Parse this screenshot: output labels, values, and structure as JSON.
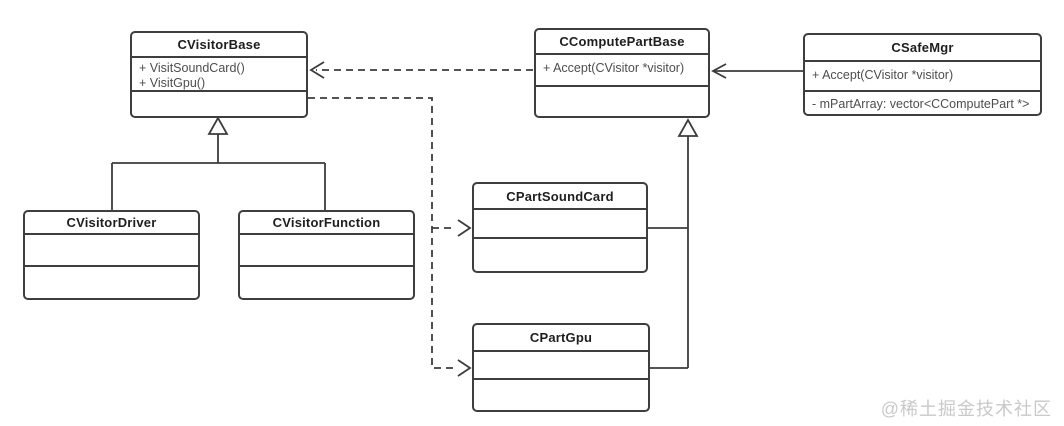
{
  "diagram": {
    "type": "uml-class-diagram",
    "classes": [
      {
        "name": "CVisitorBase",
        "rows1": [
          "+ VisitSoundCard()",
          "+ VisitGpu()"
        ],
        "rows2": []
      },
      {
        "name": "CComputePartBase",
        "rows1": [
          "+ Accept(CVisitor *visitor)"
        ],
        "rows2": []
      },
      {
        "name": "CSafeMgr",
        "rows1": [
          "+ Accept(CVisitor *visitor)"
        ],
        "rows2": [
          "- mPartArray: vector<CComputePart *>"
        ]
      },
      {
        "name": "CVisitorDriver",
        "rows1": [],
        "rows2": []
      },
      {
        "name": "CVisitorFunction",
        "rows1": [],
        "rows2": []
      },
      {
        "name": "CPartSoundCard",
        "rows1": [],
        "rows2": []
      },
      {
        "name": "CPartGpu",
        "rows1": [],
        "rows2": []
      }
    ],
    "relationships": [
      {
        "from": "CComputePartBase",
        "to": "CVisitorBase",
        "type": "dashed-dependency-arrow"
      },
      {
        "from": "CVisitorBase",
        "to": "CPartSoundCard",
        "type": "dashed-dependency-arrow"
      },
      {
        "from": "CVisitorBase",
        "to": "CPartGpu",
        "type": "dashed-dependency-arrow"
      },
      {
        "from": "CSafeMgr",
        "to": "CComputePartBase",
        "type": "solid-association-arrow"
      },
      {
        "from": "CVisitorDriver",
        "to": "CVisitorBase",
        "type": "inheritance-hollow-triangle"
      },
      {
        "from": "CVisitorFunction",
        "to": "CVisitorBase",
        "type": "inheritance-hollow-triangle"
      },
      {
        "from": "CPartSoundCard",
        "to": "CComputePartBase",
        "type": "inheritance-hollow-triangle"
      },
      {
        "from": "CPartGpu",
        "to": "CComputePartBase",
        "type": "inheritance-hollow-triangle"
      }
    ]
  },
  "watermark": "@稀土掘金技术社区",
  "colors": {
    "line": "#3c3c3c",
    "box_border": "#3e3e3e",
    "title_text": "#1e1e1e",
    "member_text": "#4e4e4e",
    "watermark_text": "#c9c9c9",
    "background": "#ffffff"
  }
}
